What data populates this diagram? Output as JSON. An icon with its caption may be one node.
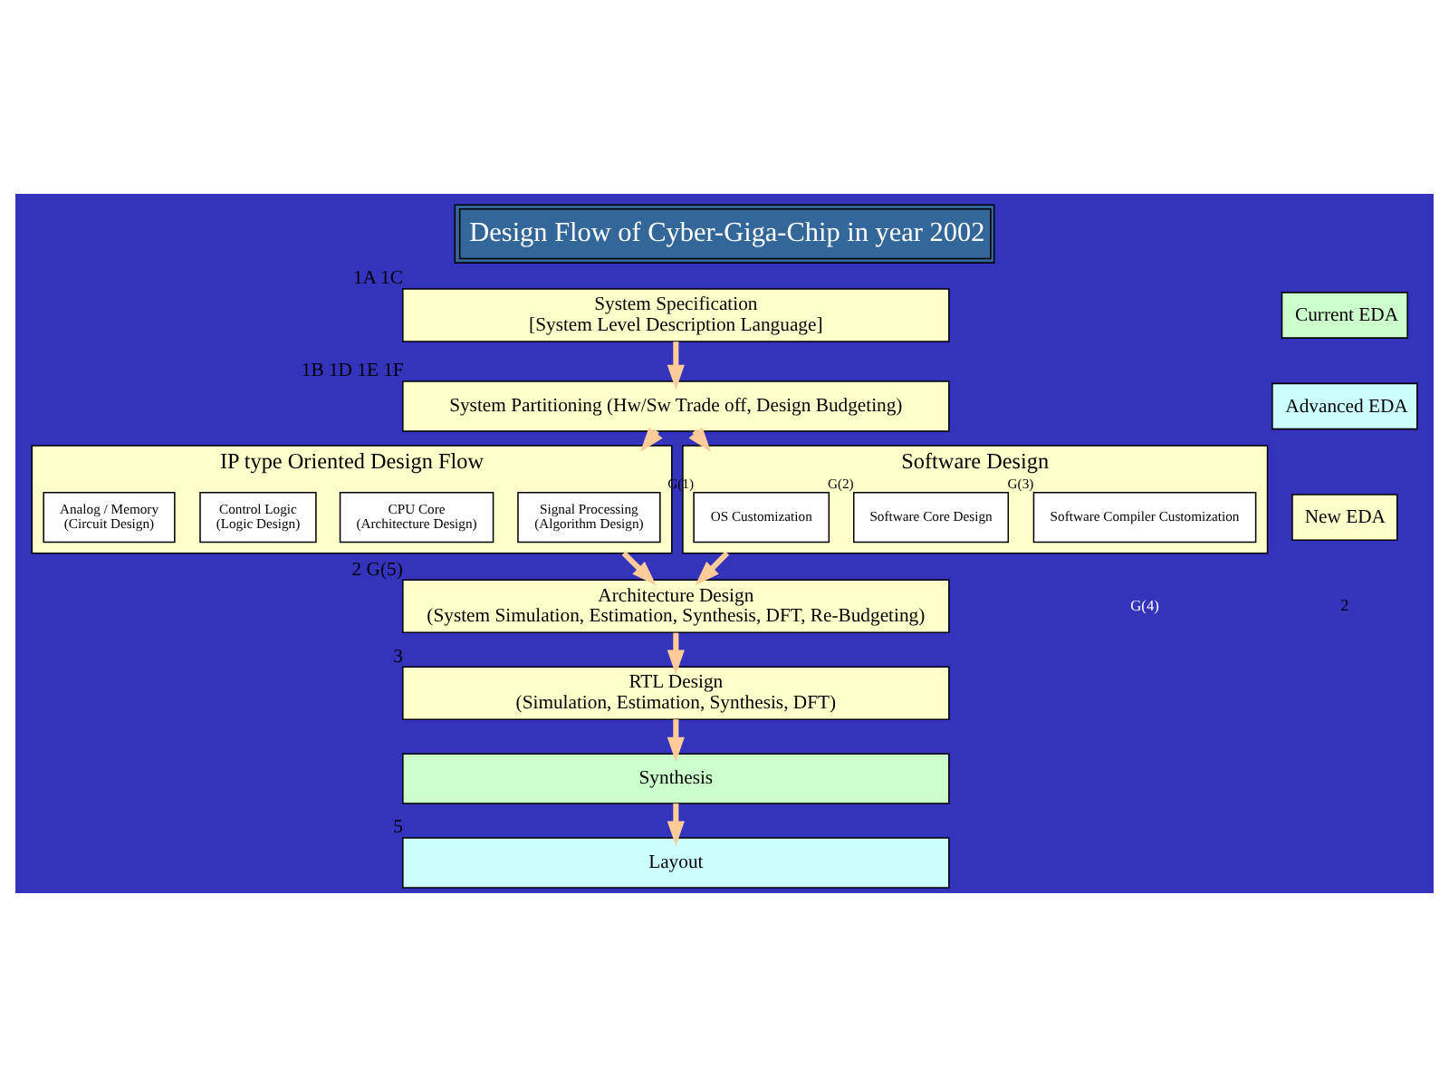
{
  "diagram": {
    "title": "Design Flow of Cyber-Giga-Chip in year 2002",
    "nodes": [
      {
        "text": [
          "System Specification",
          "[System Level Description Language]"
        ],
        "beside": [
          "1A 1C"
        ]
      },
      {
        "text": [
          "System Partitioning (Hw/Sw Trade off, Design Budgeting)"
        ],
        "beside": [
          "1B 1D 1E 1F"
        ]
      },
      {
        "text": [
          "IP type Oriented Design Flow"
        ]
      },
      {
        "text": [
          "Signal Processing",
          "(Algorithm Design)"
        ],
        "in": 2
      },
      {
        "text": [
          "CPU Core",
          "(Architecture Design)"
        ],
        "in": 2
      },
      {
        "text": [
          "Control Logic",
          "(Logic Design)"
        ],
        "in": 2
      },
      {
        "text": [
          "Analog / Memory",
          "(Circuit Design)"
        ],
        "in": 2
      },
      {
        "text": [
          "Software Design"
        ],
        "beside": [
          "G(4)"
        ]
      },
      {
        "text": [
          "OS Customization"
        ],
        "in": 7,
        "beside": [
          "G(1)"
        ]
      },
      {
        "text": [
          "Software Core Design"
        ],
        "in": 7,
        "beside": [
          "G(2)"
        ]
      },
      {
        "text": [
          "Software Compiler Customization"
        ],
        "in": 7,
        "beside": [
          "G(3)"
        ]
      },
      {
        "text": [
          "Architecture Design",
          "(System Simulation, Estimation, Synthesis, DFT, Re-Budgeting)"
        ],
        "beside": [
          "2 G(5)"
        ]
      },
      {
        "text": [
          "RTL Design",
          "(Simulation, Estimation, Synthesis, DFT)"
        ],
        "beside": [
          "3"
        ]
      },
      {
        "text": [
          "Synthesis"
        ]
      },
      {
        "text": [
          "Layout"
        ],
        "beside": [
          "5"
        ]
      }
    ],
    "edges": [
      {
        "from": 0,
        "to": 1,
        "arrow": "to"
      },
      {
        "from": 1,
        "to": 2,
        "arrow": "to"
      },
      {
        "from": 1,
        "to": 7,
        "arrow": "to"
      },
      {
        "from": 2,
        "to": 11,
        "arrow": "to"
      },
      {
        "from": 7,
        "to": 11,
        "arrow": "to"
      },
      {
        "from": 11,
        "to": 12,
        "arrow": "to"
      },
      {
        "from": 12,
        "to": 13,
        "arrow": "to"
      },
      {
        "from": 13,
        "to": 14,
        "arrow": "to"
      }
    ],
    "labels": [
      "2"
    ],
    "legend": [
      {
        "text": "Current EDA",
        "color": "#ccffcc"
      },
      {
        "text": "Advanced EDA",
        "color": "#ccffff"
      },
      {
        "text": "New EDA",
        "color": "#ffffcc"
      }
    ]
  }
}
